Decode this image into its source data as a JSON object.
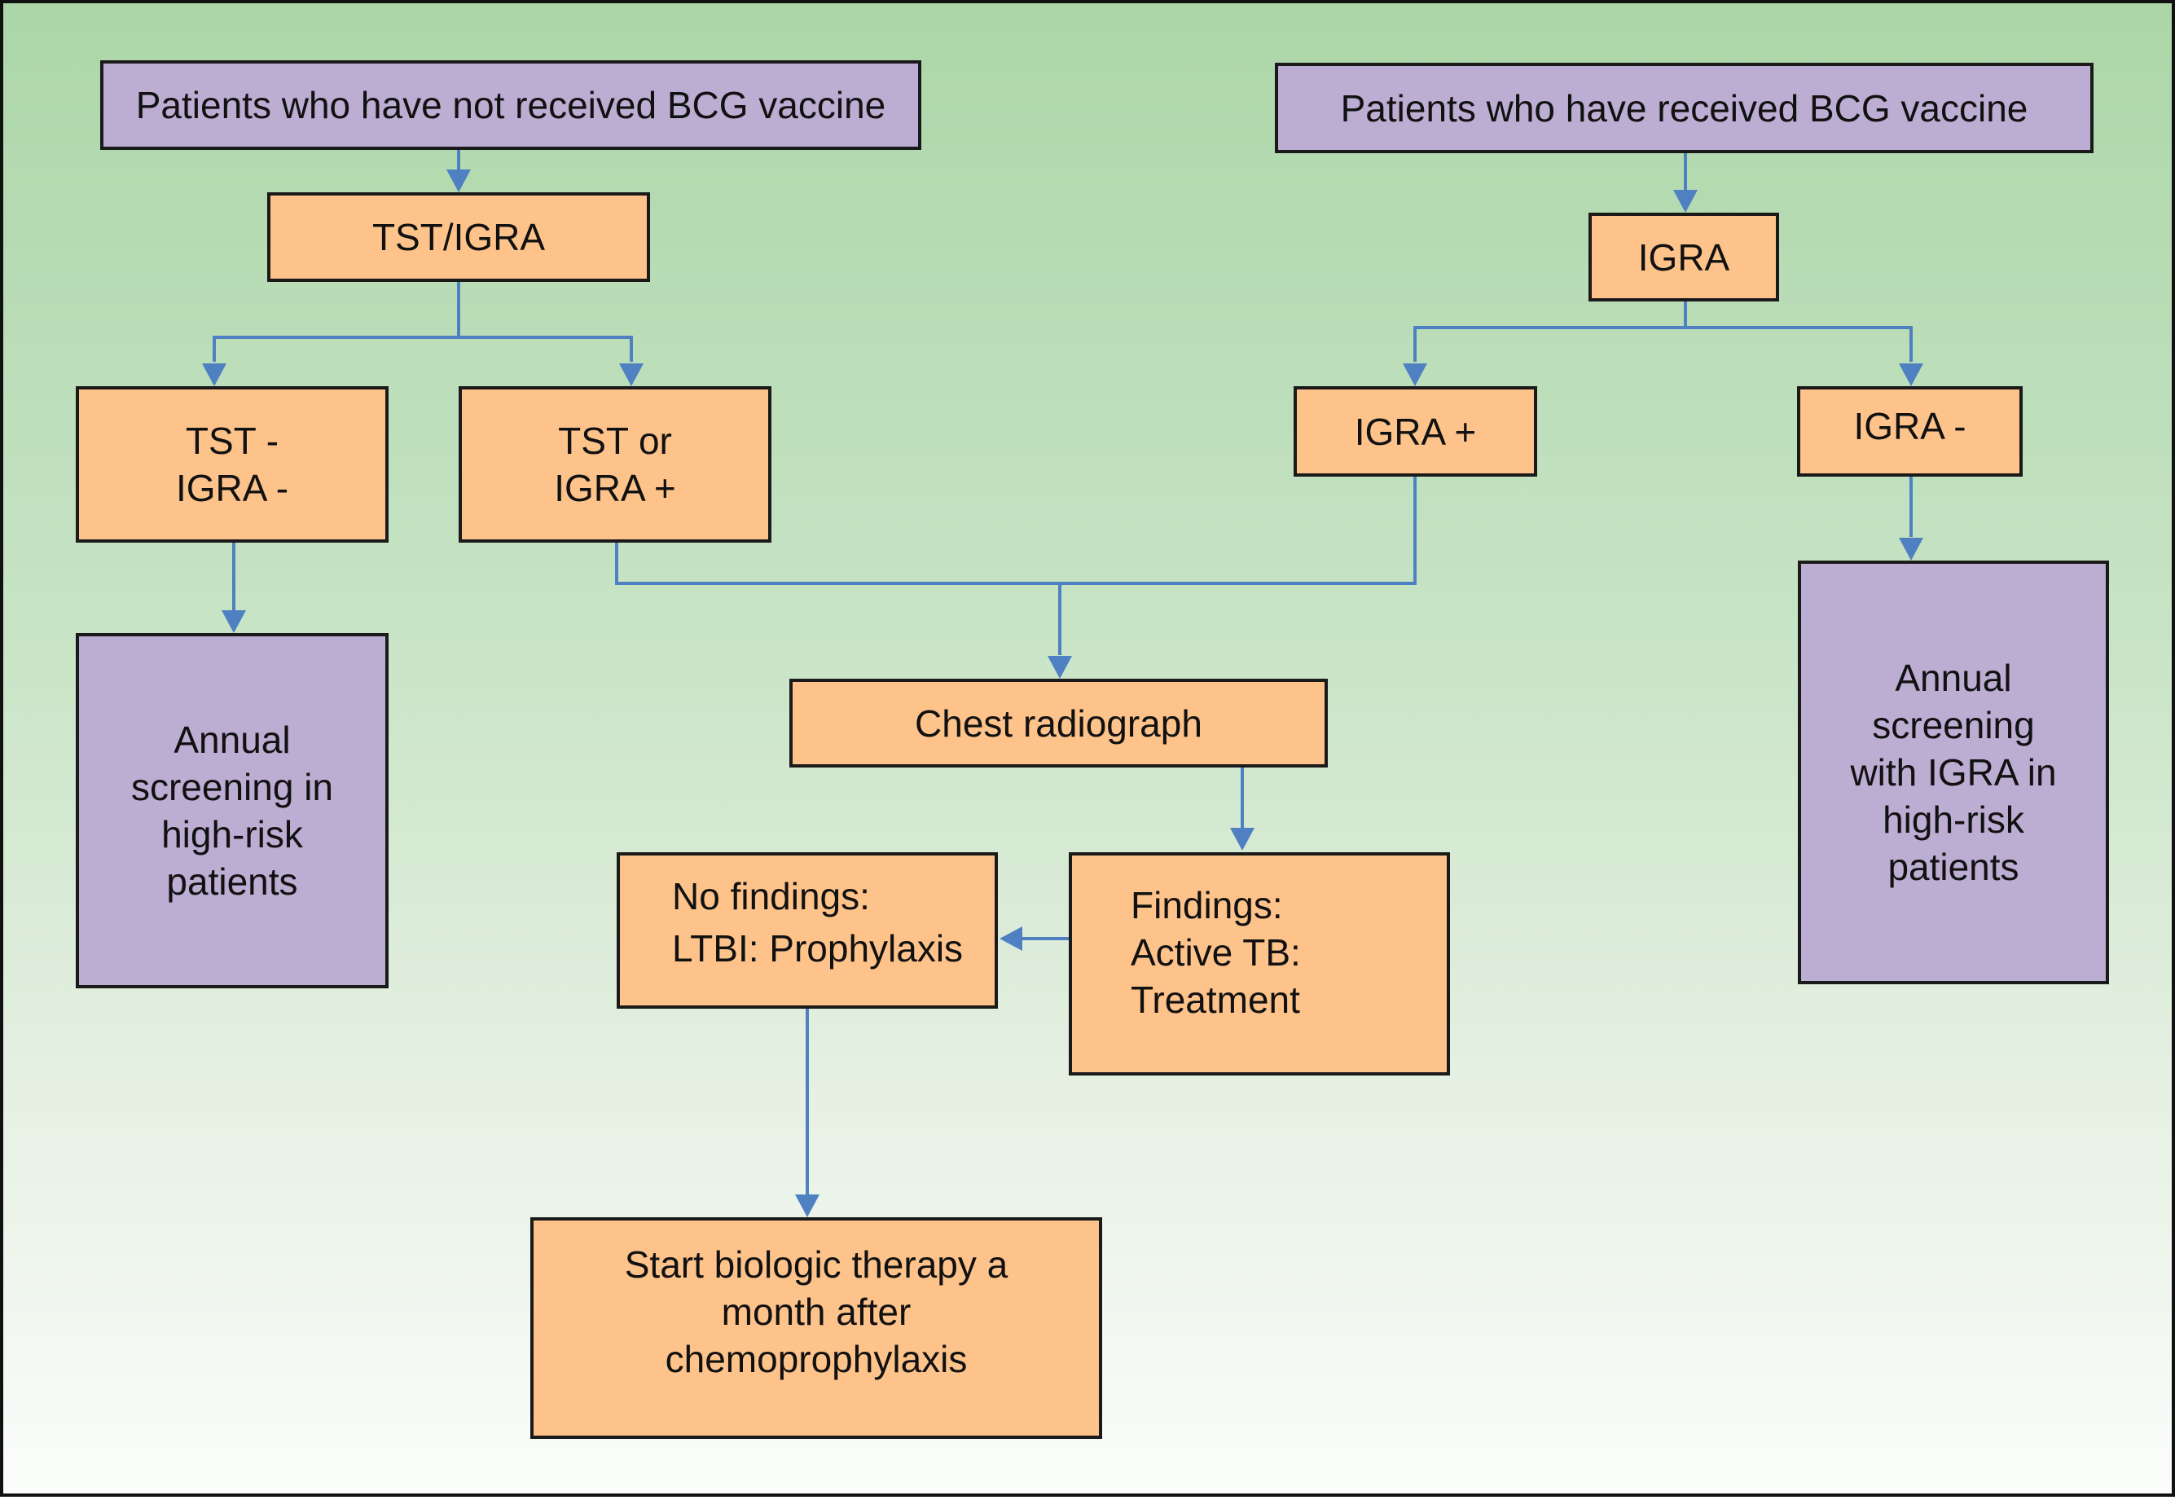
{
  "diagram": {
    "type": "flowchart",
    "colors": {
      "population_box": "#bcadd3",
      "step_box": "#fec38a",
      "connector": "#4f81c2",
      "background_top": "#acd6a8",
      "background_bottom": "#fbfdfb"
    },
    "nodes": {
      "not_received": "Patients who have not received BCG vaccine",
      "tst_igra": "TST/IGRA",
      "tst_neg": "TST -\nIGRA -",
      "tst_pos": "TST or\nIGRA +",
      "annual_left": "Annual\nscreening in\nhigh-risk\npatients",
      "received": "Patients who have received BCG vaccine",
      "igra": "IGRA",
      "igra_pos": "IGRA +",
      "igra_neg": "IGRA -",
      "annual_right": "Annual\nscreening\nwith IGRA in\nhigh-risk\npatients",
      "chest": "Chest radiograph",
      "no_findings": "No findings:\nLTBI: Prophylaxis",
      "findings": "Findings:\nActive TB:\nTreatment",
      "start_biologic": "Start biologic therapy a\nmonth after\nchemoprophylaxis"
    },
    "edges": [
      [
        "not_received",
        "tst_igra"
      ],
      [
        "tst_igra",
        "tst_neg"
      ],
      [
        "tst_igra",
        "tst_pos"
      ],
      [
        "tst_neg",
        "annual_left"
      ],
      [
        "tst_pos",
        "chest"
      ],
      [
        "received",
        "igra"
      ],
      [
        "igra",
        "igra_pos"
      ],
      [
        "igra",
        "igra_neg"
      ],
      [
        "igra_pos",
        "chest"
      ],
      [
        "igra_neg",
        "annual_right"
      ],
      [
        "chest",
        "findings"
      ],
      [
        "findings",
        "no_findings"
      ],
      [
        "no_findings",
        "start_biologic"
      ]
    ]
  }
}
